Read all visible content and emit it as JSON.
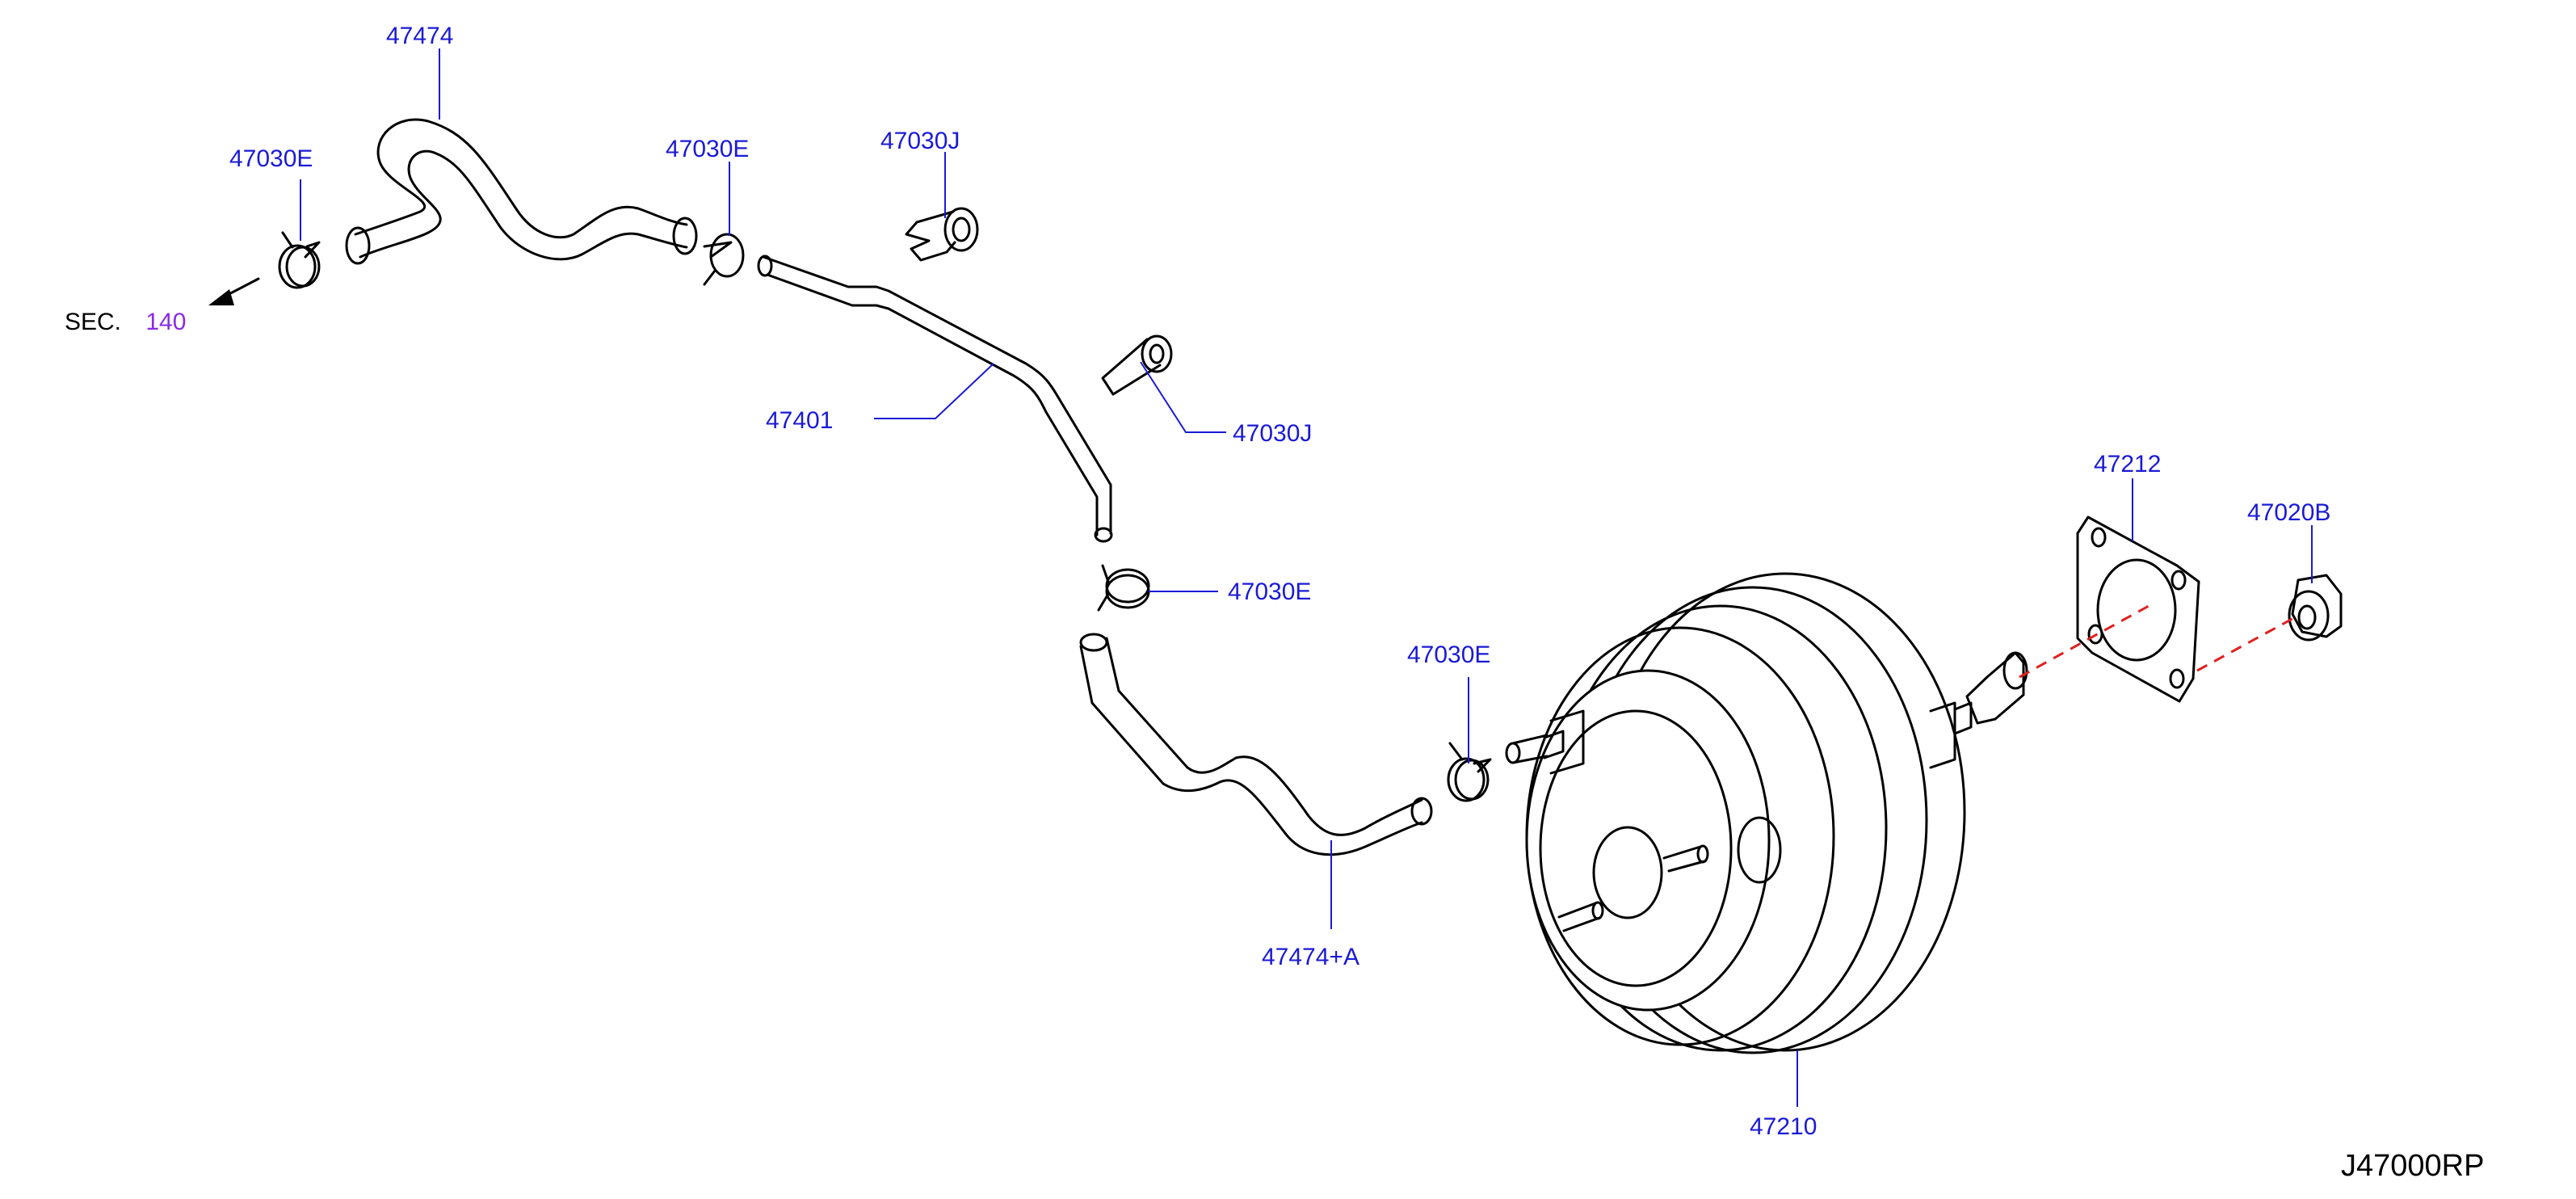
{
  "callouts": {
    "hose_upper": "47474",
    "clamp_left": "47030E",
    "clamp_upper_mid": "47030E",
    "clip_upper": "47030J",
    "tube": "47401",
    "clip_lower": "47030J",
    "clamp_mid": "47030E",
    "clamp_booster": "47030E",
    "hose_lower": "47474+A",
    "booster": "47210",
    "gasket": "47212",
    "nut": "47020B"
  },
  "section_ref": {
    "prefix": "SEC.",
    "number": "140"
  },
  "diagram_code": "J47000RP",
  "colors": {
    "callout": "#1a1ad6",
    "section_number": "#8a2be2",
    "mounting_line": "#e02020"
  }
}
